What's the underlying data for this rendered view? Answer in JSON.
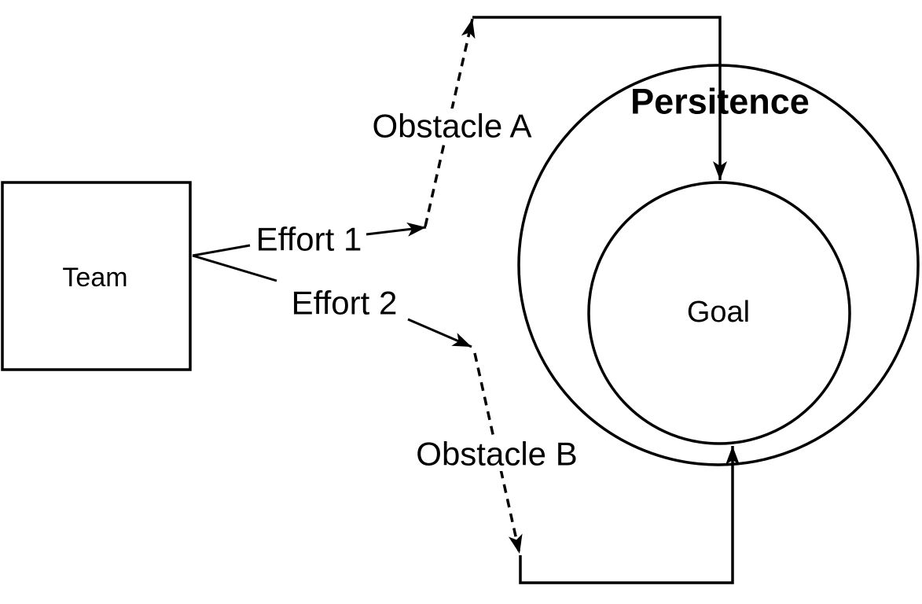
{
  "diagram": {
    "background_color": "#ffffff",
    "line_color": "#000000",
    "nodes": {
      "team": {
        "label": "Team",
        "shape": "rectangle"
      },
      "persistence_ring": {
        "label": "Persitence",
        "shape": "outer-circle"
      },
      "goal": {
        "label": "Goal",
        "shape": "inner-circle"
      }
    },
    "connectors": {
      "effort_1": {
        "label": "Effort 1",
        "style": "solid-arrow"
      },
      "effort_2": {
        "label": "Effort 2",
        "style": "solid-arrow"
      },
      "obstacle_a": {
        "label": "Obstacle A",
        "style": "dashed-arrow"
      },
      "obstacle_b": {
        "label": "Obstacle B",
        "style": "dashed-arrow"
      }
    }
  }
}
